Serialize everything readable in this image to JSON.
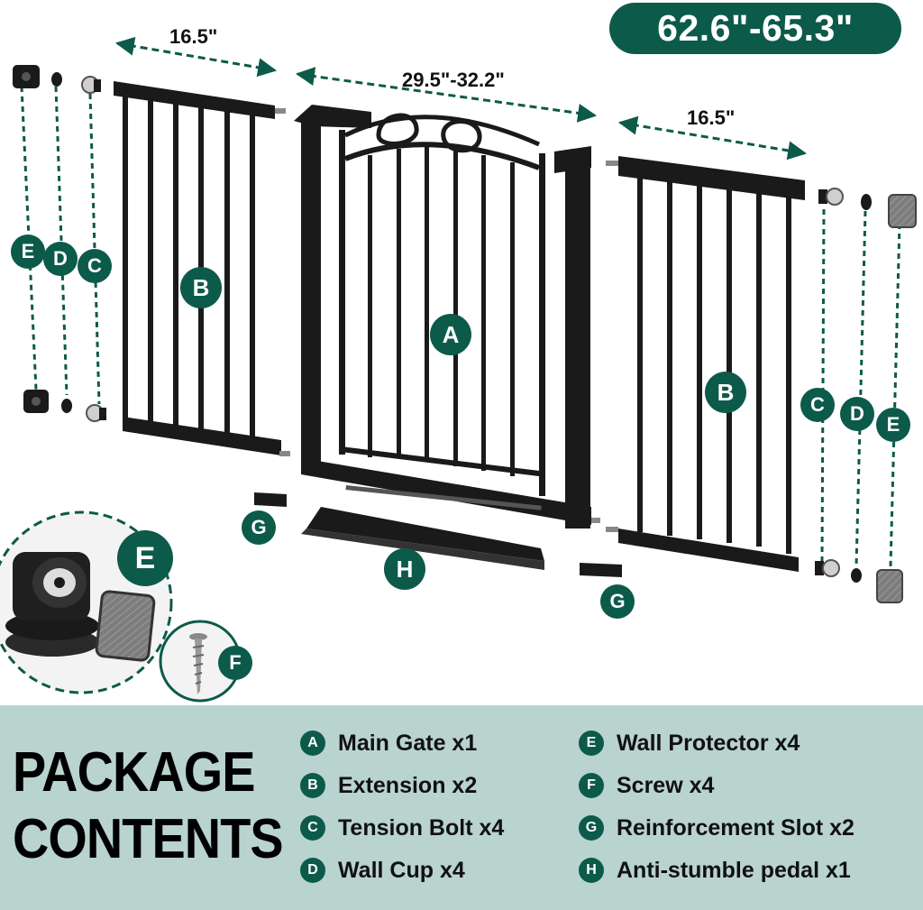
{
  "dimensions": {
    "total": "62.6\"-65.3\"",
    "left_extension": "16.5\"",
    "main_gate": "29.5\"-32.2\"",
    "right_extension": "16.5\""
  },
  "part_letters": {
    "main_gate": "A",
    "extension": "B",
    "tension_bolt": "C",
    "wall_cup": "D",
    "wall_protector": "E",
    "screw": "F",
    "reinforcement_slot": "G",
    "pedal": "H"
  },
  "package": {
    "title_line1": "PACKAGE",
    "title_line2": "CONTENTS",
    "items": [
      {
        "letter": "A",
        "label": "Main Gate x1"
      },
      {
        "letter": "B",
        "label": "Extension x2"
      },
      {
        "letter": "C",
        "label": "Tension Bolt x4"
      },
      {
        "letter": "D",
        "label": "Wall Cup x4"
      },
      {
        "letter": "E",
        "label": "Wall Protector x4"
      },
      {
        "letter": "F",
        "label": "Screw x4"
      },
      {
        "letter": "G",
        "label": "Reinforcement Slot x2"
      },
      {
        "letter": "H",
        "label": "Anti-stumble pedal x1"
      }
    ]
  },
  "colors": {
    "accent": "#0c5a4a",
    "panel": "#b9d3cf",
    "metal": "#1a1a1a"
  }
}
